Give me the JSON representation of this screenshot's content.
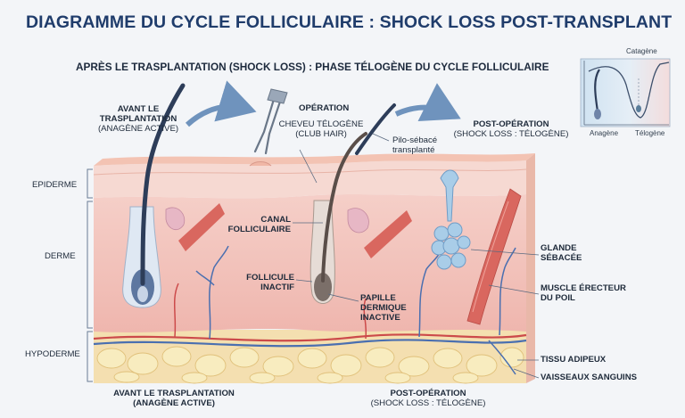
{
  "title": "DIAGRAMME DU CYCLE FOLLICULAIRE : SHOCK LOSS POST-TRANSPLANT",
  "subtitle": "APRÈS LE TRASPLANTATION (SHOCK LOSS) : PHASE TÉLOGÈNE DU CYCLE FOLLICULAIRE",
  "inset": {
    "catagene": "Catagène",
    "anagene": "Anagène",
    "telogene": "Télogène"
  },
  "top": {
    "avant_line1": "AVANT LE",
    "avant_line2": "TRASPLANTATION",
    "avant_line3": "(ANAGÈNE ACTIVE)",
    "operation": "OPÉRATION",
    "cheveu_line1": "CHEVEU TÉLOGÈNE",
    "cheveu_line2": "(CLUB HAIR)",
    "pilo_line1": "Pilo-sébacé",
    "pilo_line2": "transplanté",
    "post_line1": "POST-OPÉRATION",
    "post_line2": "(SHOCK LOSS : TÉLOGÈNE)"
  },
  "layers": {
    "epiderme": "EPIDERME",
    "derme": "DERME",
    "hypoderme": "HYPODERME"
  },
  "structures": {
    "canal_line1": "CANAL",
    "canal_line2": "FOLLICULAIRE",
    "follicule_line1": "FOLLICULE",
    "follicule_line2": "INACTIF",
    "papille_line1": "PAPILLE",
    "papille_line2": "DERMIQUE",
    "papille_line3": "INACTIVE",
    "glande_line1": "GLANDE",
    "glande_line2": "SÉBACÉE",
    "muscle_line1": "MUSCLE ÉRECTEUR",
    "muscle_line2": "DU POIL",
    "tissu": "TISSU ADIPEUX",
    "vaisseaux": "VAISSEAUX SANGUINS"
  },
  "bottom": {
    "avant_line1": "AVANT LE TRASPLANTATION",
    "avant_line2": "(ANAGÈNE ACTIVE)",
    "post_line1": "POST-OPÉRATION",
    "post_line2": "(SHOCK LOSS : TÉLOGÈNE)"
  },
  "colors": {
    "title": "#1f3c6b",
    "epidermis": "#f6d9d2",
    "dermis": "#f2c2bb",
    "hypodermis": "#f4dfb0",
    "fat": "#f6e7b5",
    "hair": "#2d3d59",
    "follicle": "#7d8fb0",
    "gland": "#a9cde8",
    "muscle": "#d9675f",
    "vessel_vein": "#4a6fb0",
    "vessel_artery": "#cc4a4a",
    "arrow": "#6f93bd"
  }
}
